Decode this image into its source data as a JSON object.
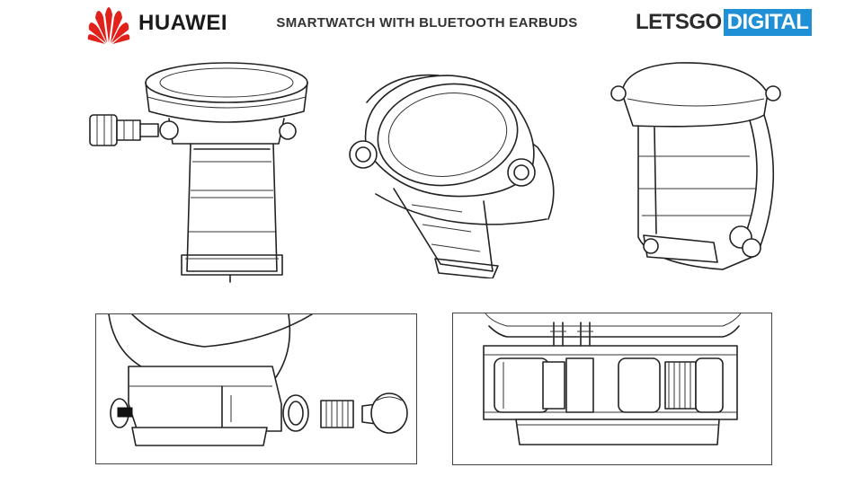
{
  "header": {
    "brand_left": "HUAWEI",
    "title": "SMARTWATCH WITH BLUETOOTH EARBUDS",
    "brand_right_part1": "LETSGO",
    "brand_right_part2": "DIGITAL"
  },
  "colors": {
    "huawei_red": "#e1211a",
    "letsgo_blue": "#1f8fd6",
    "line": "#222222"
  }
}
